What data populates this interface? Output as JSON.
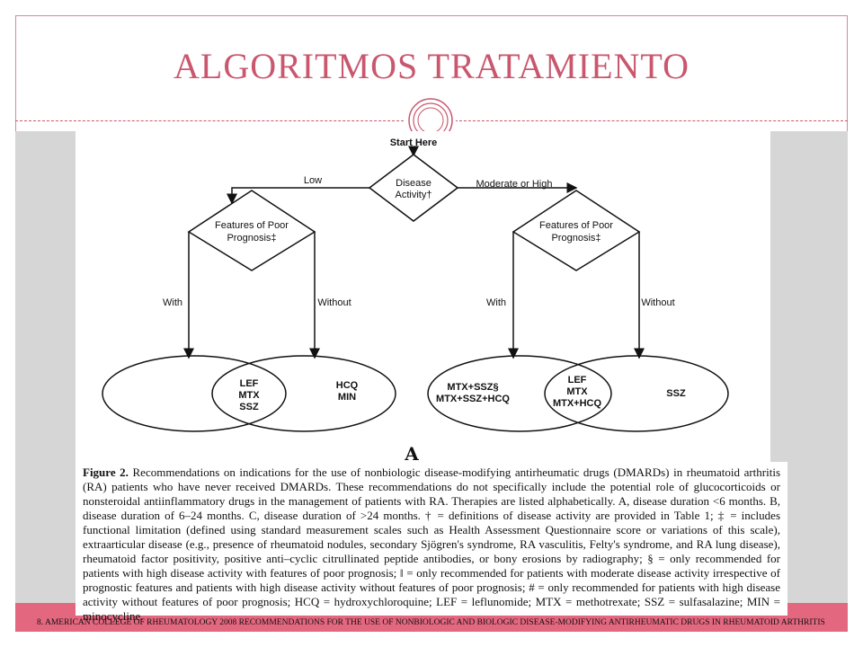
{
  "slide": {
    "title": "ALGORITMOS TRATAMIENTO",
    "footer": "8. AMERICAN COLLEGE OF RHEUMATOLOGY 2008 RECOMMENDATIONS FOR THE USE OF NONBIOLOGIC AND BIOLOGIC DISEASE-MODIFYING ANTIRHEUMATIC DRUGS IN RHEUMATOID ARTHRITIS"
  },
  "colors": {
    "accent": "#c9576e",
    "bar": "#e3677f",
    "gray": "#d6d6d6"
  },
  "diagram": {
    "start": "Start Here",
    "decision_main": [
      "Disease",
      "Activity†"
    ],
    "branch_low": "Low",
    "branch_high": "Moderate or High",
    "decision_left": [
      "Features of Poor",
      "Prognosis‡"
    ],
    "decision_right": [
      "Features of Poor",
      "Prognosis‡"
    ],
    "left_with": "With",
    "left_without": "Without",
    "right_with": "With",
    "right_without": "Without",
    "left_overlap": [
      "LEF",
      "MTX",
      "SSZ"
    ],
    "left_outer": [
      "HCQ",
      "MIN"
    ],
    "right_outer_left": [
      "MTX+SSZ§",
      "MTX+SSZ+HCQ"
    ],
    "right_overlap": [
      "LEF",
      "MTX",
      "MTX+HCQ"
    ],
    "right_outer_right": [
      "SSZ"
    ],
    "panel_label": "A"
  },
  "caption": {
    "lead": "Figure 2.",
    "text": "Recommendations on indications for the use of nonbiologic disease-modifying antirheumatic drugs (DMARDs) in rheumatoid arthritis (RA) patients who have never received DMARDs. These recommendations do not specifically include the potential role of glucocorticoids or nonsteroidal antiinflammatory drugs in the management of patients with RA. Therapies are listed alphabetically. A, disease duration <6 months. B, disease duration of 6–24 months. C, disease duration of >24 months. † = definitions of disease activity are provided in Table 1; ‡ = includes functional limitation (defined using standard measurement scales such as Health Assessment Questionnaire score or variations of this scale), extraarticular disease (e.g., presence of rheumatoid nodules, secondary Sjögren's syndrome, RA vasculitis, Felty's syndrome, and RA lung disease), rheumatoid factor positivity, positive anti–cyclic citrullinated peptide antibodies, or bony erosions by radiography; § = only recommended for patients with high disease activity with features of poor prognosis; ‖ = only recommended for patients with moderate disease activity irrespective of prognostic features and patients with high disease activity without features of poor prognosis; # = only recommended for patients with high disease activity without features of poor prognosis; HCQ = hydroxychloroquine; LEF = leflunomide; MTX = methotrexate; SSZ = sulfasalazine; MIN = minocycline."
  }
}
